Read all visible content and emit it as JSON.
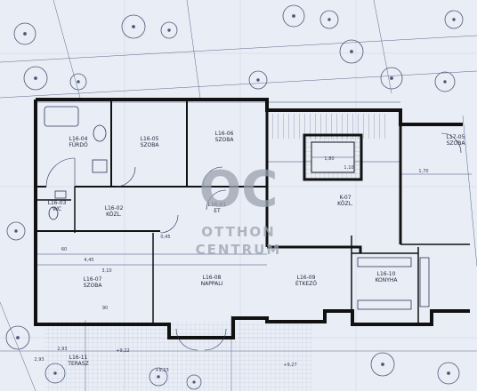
{
  "rooms": [
    {
      "id": "L16-04",
      "name": "FÜRDŐ"
    },
    {
      "id": "L16-05",
      "name": "SZOBA"
    },
    {
      "id": "L16-06",
      "name": "SZOBA"
    },
    {
      "id": "L17-05",
      "name": "SZOBA"
    },
    {
      "id": "L16-03",
      "name": "WC"
    },
    {
      "id": "L16-02",
      "name": "KÖZL."
    },
    {
      "id": "L16-01",
      "name": "ET"
    },
    {
      "id": "K-07",
      "name": "KÖZL."
    },
    {
      "id": "L16-07",
      "name": "SZOBA"
    },
    {
      "id": "L16-08",
      "name": "NAPPALI"
    },
    {
      "id": "L16-09",
      "name": "ÉTKEZŐ"
    },
    {
      "id": "L16-10",
      "name": "KONYHA"
    },
    {
      "id": "L16-11",
      "name": "TERASZ"
    }
  ],
  "dimensions": {
    "d1": "4,45",
    "d2": "3,10",
    "d3": "1,80",
    "d4": "1,10",
    "d5": "1,70",
    "d6": "90",
    "d7": "60",
    "d8": "0,45",
    "d9": "+9,22",
    "d10": "+9,23",
    "d11": "+9,27",
    "d12": "2,93",
    "d13": "2,93"
  },
  "watermark": {
    "logo": "OC",
    "line1": "OTTHON",
    "line2": "CENTRUM"
  },
  "colors": {
    "paper": "#e9edf6",
    "wall": "#111111",
    "ink": "#3a4a72",
    "watermark": "#9aa1ad"
  }
}
